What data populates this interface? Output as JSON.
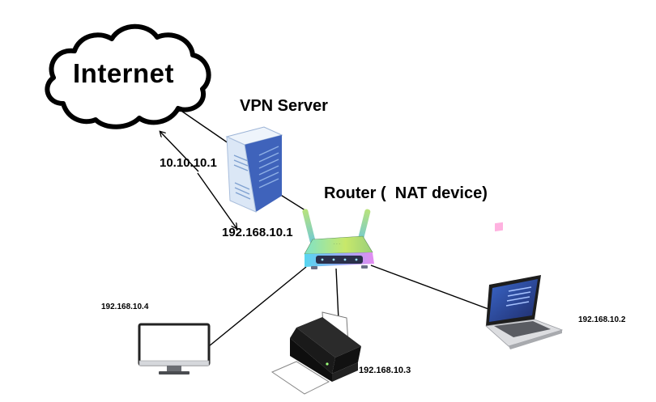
{
  "cloud": {
    "label": "Internet"
  },
  "vpn_server": {
    "label": "VPN Server"
  },
  "router": {
    "label": "Router (  NAT device)"
  },
  "tunnel": {
    "ip": "10.10.10.1"
  },
  "gateway": {
    "ip": "192.168.10.1"
  },
  "hosts": {
    "monitor": {
      "ip": "192.168.10.4"
    },
    "laptop": {
      "ip": "192.168.10.2"
    },
    "printer": {
      "ip": "192.168.10.3"
    }
  },
  "colors": {
    "line": "#000000",
    "server_body": "#dde9f7",
    "server_side": "#4a6fc4",
    "router_gradient_start": "#58d6f0",
    "router_gradient_end": "#e58cf2",
    "printer_body": "#1c1c1c",
    "laptop_screen": "#2b3e8c"
  },
  "icons": [
    "cloud-icon",
    "server-icon",
    "router-icon",
    "monitor-icon",
    "printer-icon",
    "laptop-icon"
  ]
}
